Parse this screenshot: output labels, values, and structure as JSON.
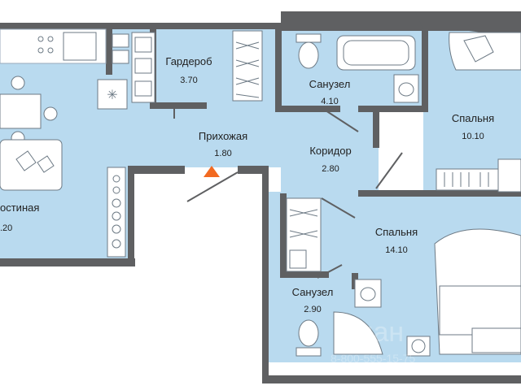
{
  "colors": {
    "wall": "#5f6062",
    "floor": "#b9daef",
    "furniture": "#ffffff",
    "accent": "#f26a21"
  },
  "rooms": {
    "wardrobe": {
      "name": "Гардероб",
      "area": "3.70"
    },
    "bath1": {
      "name": "Санузел",
      "area": "4.10"
    },
    "bedroom1": {
      "name": "Спальня",
      "area": "10.10"
    },
    "hall": {
      "name": "Прихожая",
      "area": "1.80"
    },
    "corridor": {
      "name": "Коридор",
      "area": "2.80"
    },
    "living": {
      "name": "остиная",
      "area": ".20"
    },
    "bedroom2": {
      "name": "Спальня",
      "area": "14.10"
    },
    "bath2": {
      "name": "Санузел",
      "area": "2.90"
    }
  },
  "watermark": {
    "main": "циан",
    "sub": "8-800-555-15-75"
  },
  "icons": {
    "entrance": "entrance-triangle-icon"
  }
}
